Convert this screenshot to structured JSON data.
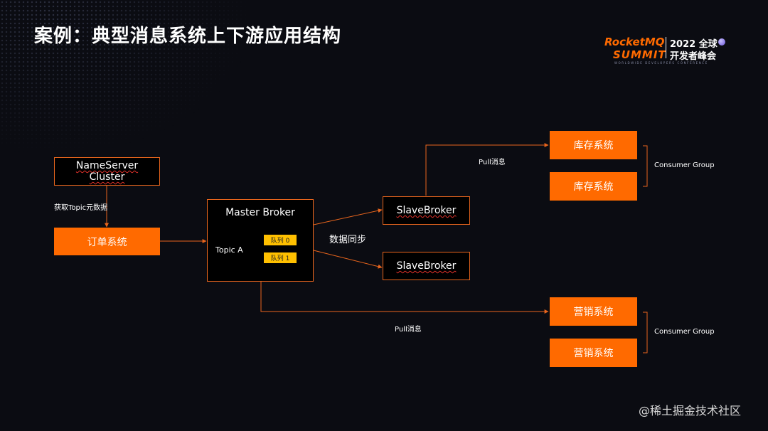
{
  "slide": {
    "title": "案例：典型消息系统上下游应用结构"
  },
  "logo": {
    "brand_line1": "RocketMQ",
    "brand_line2": "SUMMIT",
    "year_line": "2022 全球",
    "sub_line": "开发者峰会",
    "tagline": "WORLDWIDE DEVELOPERS CONFERENCE"
  },
  "nodes": {
    "nameserver": "NameServer\nCluster",
    "order_system": "订单系统",
    "master_broker": "Master Broker",
    "topic": "Topic A",
    "queue0": "队列 0",
    "queue1": "队列 1",
    "slave1": "SlaveBroker",
    "slave2": "SlaveBroker",
    "inventory1": "库存系统",
    "inventory2": "库存系统",
    "marketing1": "营销系统",
    "marketing2": "营销系统"
  },
  "edges": {
    "get_topic_data": "获取Topic元数据",
    "data_sync": "数据同步",
    "pull_top": "Pull消息",
    "pull_bottom": "Pull消息",
    "consumer_group_top": "Consumer Group",
    "consumer_group_bottom": "Consumer Group"
  },
  "watermark": "@稀土掘金技术社区",
  "colors": {
    "background": "#0b0c12",
    "accent_orange": "#ff6a00",
    "queue_yellow": "#ffc000",
    "wire": "#e8651d"
  }
}
